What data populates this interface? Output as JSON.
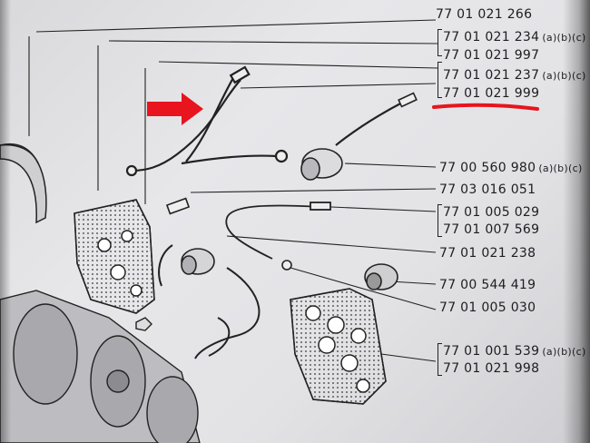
{
  "part_numbers": [
    {
      "number": "77 01 021 266",
      "suffix": ""
    },
    {
      "number": "77 01 021 234",
      "suffix": "(a)(b)(c)"
    },
    {
      "number": "77 01 021 997",
      "suffix": ""
    },
    {
      "number": "77 01 021 237",
      "suffix": "(a)(b)(c)"
    },
    {
      "number": "77 01 021 999",
      "suffix": ""
    },
    {
      "number": "77 00 560 980",
      "suffix": "(a)(b)(c)"
    },
    {
      "number": "77 03 016 051",
      "suffix": ""
    },
    {
      "number": "77 01 005 029",
      "suffix": ""
    },
    {
      "number": "77 01 007 569",
      "suffix": ""
    },
    {
      "number": "77 01 021 238",
      "suffix": ""
    },
    {
      "number": "77 00 544 419",
      "suffix": ""
    },
    {
      "number": "77 01 005 030",
      "suffix": ""
    },
    {
      "number": "77 01 001 539",
      "suffix": "(a)(b)(c)"
    },
    {
      "number": "77 01 021 998",
      "suffix": ""
    }
  ],
  "highlight": {
    "color": "#e8141e",
    "target_part": "77 01 021 999"
  },
  "colors": {
    "paper": "#e4e4e7",
    "ink": "#1d1d22",
    "accent": "#e8141e"
  },
  "icons": [
    "arrow-icon",
    "underline-mark"
  ]
}
